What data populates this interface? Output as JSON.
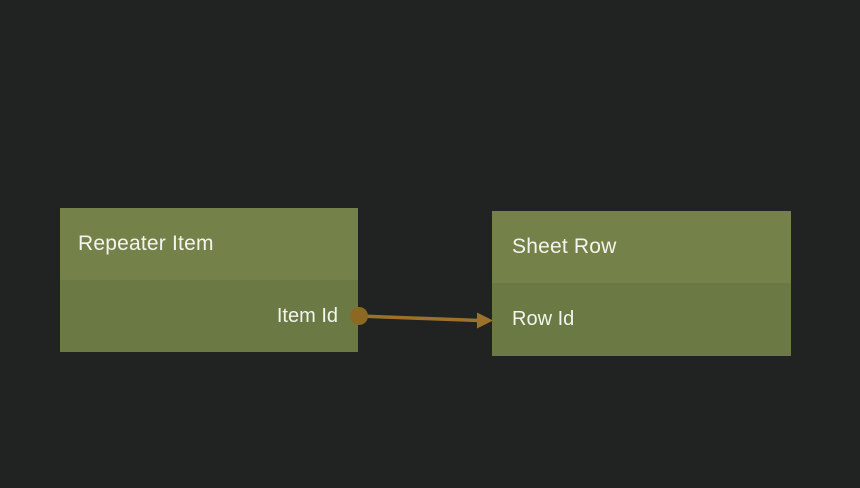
{
  "canvas": {
    "background_color": "#212222"
  },
  "nodes": {
    "source": {
      "title": "Repeater Item",
      "fields": [
        {
          "label": "Item Id"
        }
      ]
    },
    "target": {
      "title": "Sheet Row",
      "fields": [
        {
          "label": "Row Id"
        }
      ]
    }
  },
  "connection": {
    "from_node": "Repeater Item",
    "from_field": "Item Id",
    "to_node": "Sheet Row",
    "to_field": "Row Id"
  },
  "colors": {
    "node_header": "#74824a",
    "node_body": "#6b7a44",
    "node_text": "#f2f4ee",
    "connector_line": "#9c722b",
    "connector_dot": "#8b6923",
    "background": "#212222"
  }
}
